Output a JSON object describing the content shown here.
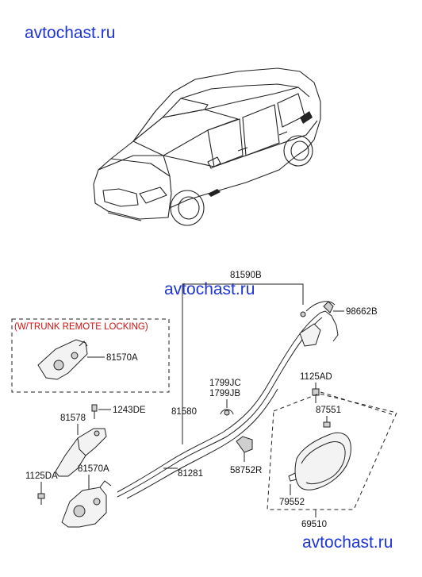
{
  "watermarks": {
    "top": "avtochast.ru",
    "middle": "avtochast.ru",
    "bottom": "avtochast.ru"
  },
  "note": "(W/TRUNK REMOTE LOCKING)",
  "parts": {
    "p81590B": "81590B",
    "p98662B": "98662B",
    "p81570A_top": "81570A",
    "p1125AD": "1125AD",
    "p1799JC": "1799JC",
    "p1799JB": "1799JB",
    "p87551": "87551",
    "p81578": "81578",
    "p1243DE": "1243DE",
    "p81580": "81580",
    "p1125DA": "1125DA",
    "p81570A_bottom": "81570A",
    "p81281": "81281",
    "p58752R": "58752R",
    "p79552": "79552",
    "p69510": "69510"
  },
  "colors": {
    "watermark": "#1e35d8",
    "note": "#d01010",
    "line": "#222222"
  }
}
